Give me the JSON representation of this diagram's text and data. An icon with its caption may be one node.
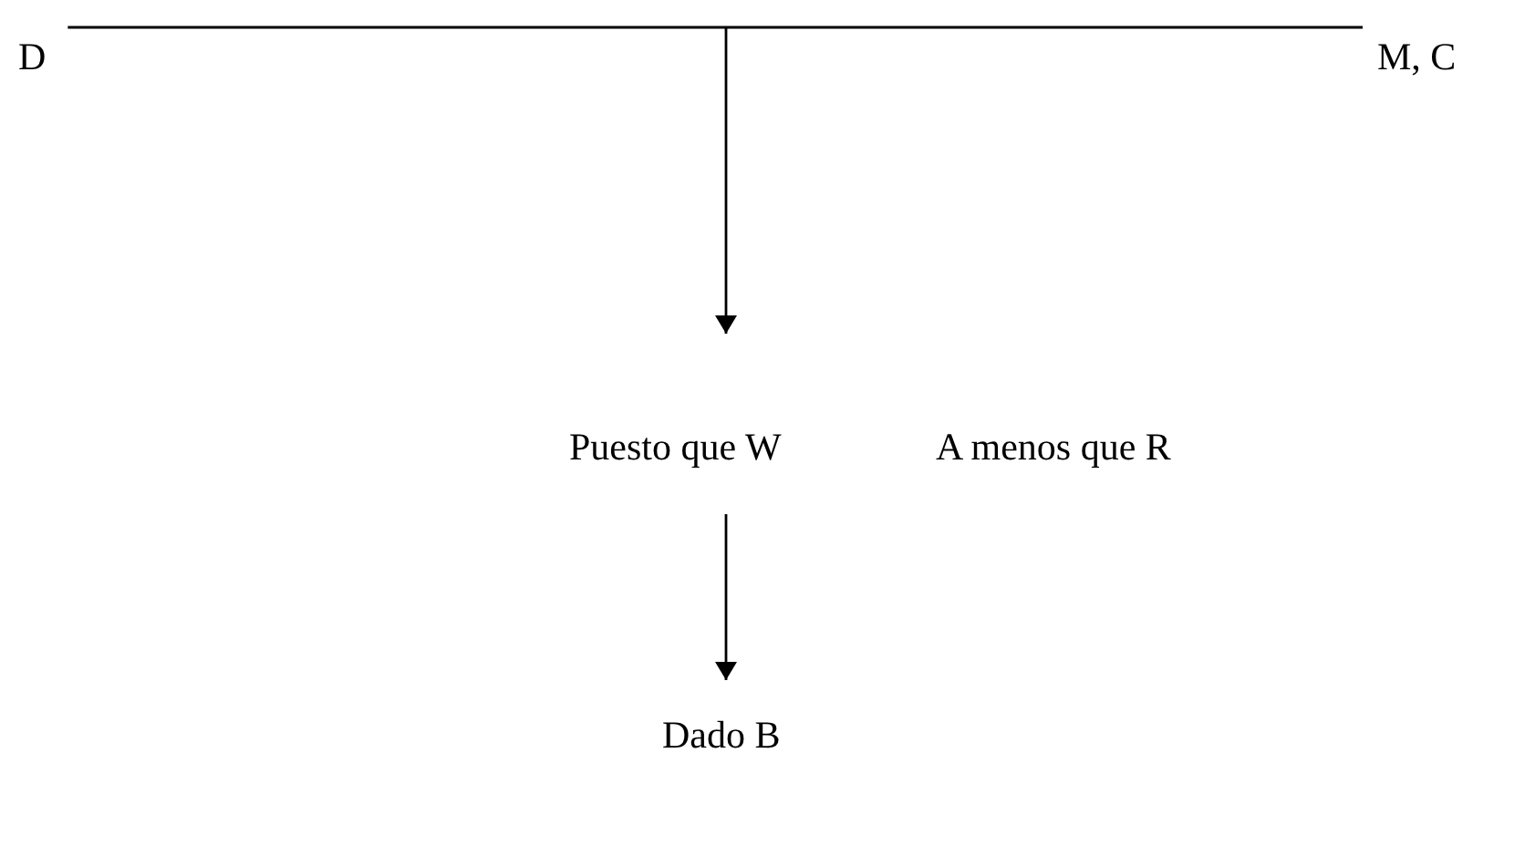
{
  "diagram": {
    "nodes": [
      {
        "text": [
          "D"
        ]
      },
      {
        "text": [
          "M, C"
        ]
      },
      {
        "text": [
          "Puesto que W"
        ]
      },
      {
        "text": [
          "A menos que R"
        ]
      },
      {
        "text": [
          "Dado B"
        ]
      }
    ],
    "edges": [
      {
        "from": 0,
        "to": 1,
        "arrow": "none"
      },
      {
        "from": null,
        "to": 2,
        "arrow": "to"
      },
      {
        "from": 2,
        "to": 4,
        "arrow": "to"
      }
    ]
  }
}
